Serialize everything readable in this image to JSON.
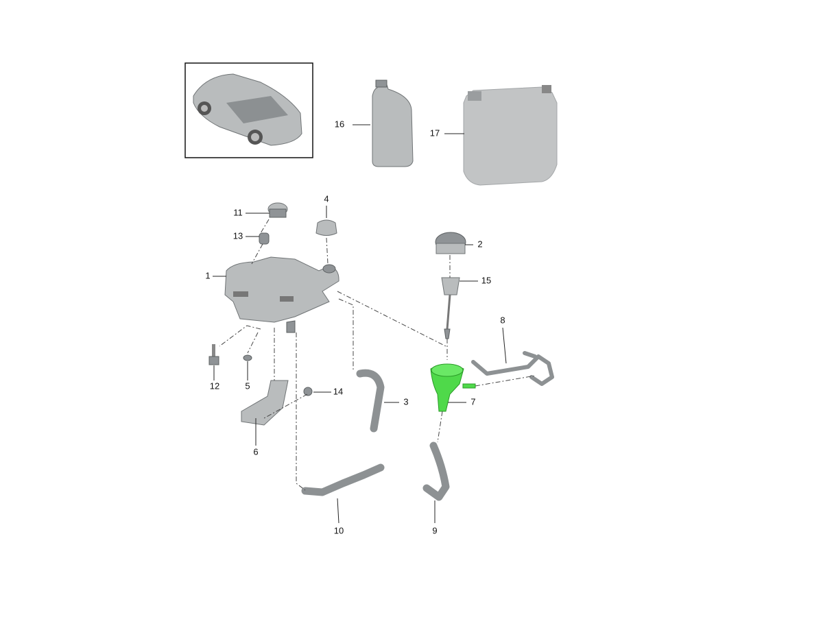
{
  "diagram": {
    "title_thumbnail": "vehicle-overview",
    "callouts": {
      "c1": "1",
      "c2": "2",
      "c3": "3",
      "c4": "4",
      "c5": "5",
      "c6": "6",
      "c7": "7",
      "c8": "8",
      "c9": "9",
      "c10": "10",
      "c11": "11",
      "c12": "12",
      "c13": "13",
      "c14": "14",
      "c15": "15",
      "c16": "16",
      "c17": "17"
    },
    "highlighted_part": "7",
    "colors": {
      "highlight": "#4fd94a",
      "part": "#b9bcbd"
    }
  }
}
